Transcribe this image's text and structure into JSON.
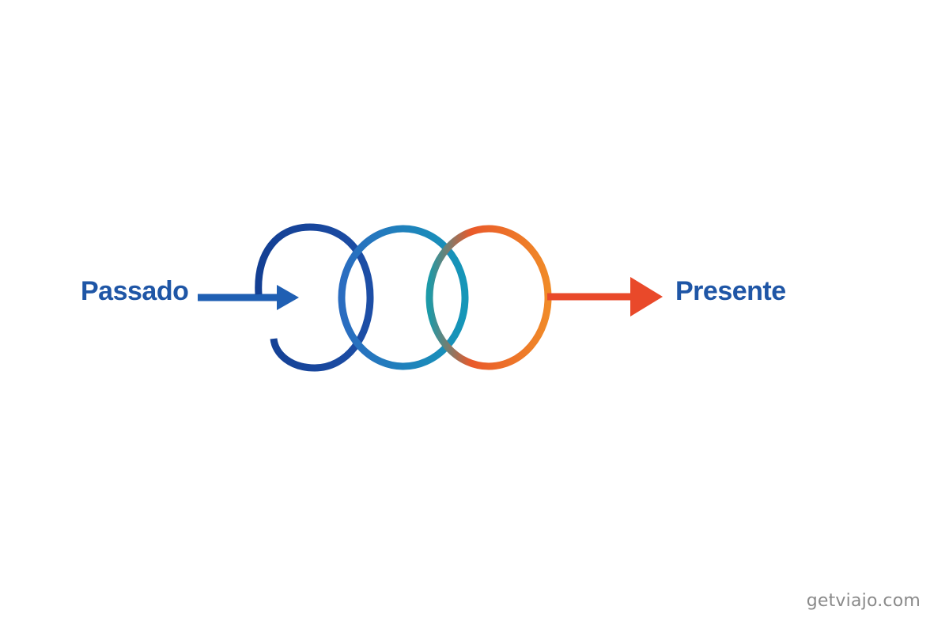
{
  "labels": {
    "start": "Passado",
    "end": "Presente"
  },
  "watermark": "getviajo.com",
  "colors": {
    "label_text": "#1f56a6",
    "dark_blue": "#133f93",
    "mid_blue": "#2a6cc0",
    "teal": "#1596b8",
    "orange": "#f08a28",
    "red_orange": "#e9492a",
    "watermark_text": "#8a8a8a"
  },
  "icons": {
    "start_arrow": "arrow-right-icon",
    "loops": "interlocking-loops-icon",
    "end_arrow": "arrow-right-icon"
  }
}
